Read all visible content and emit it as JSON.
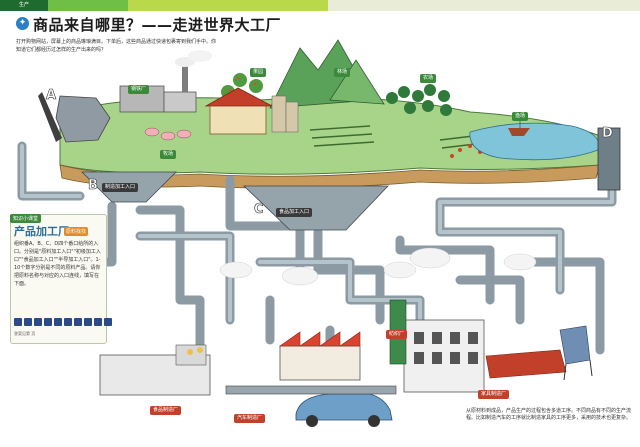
{
  "header": {
    "tabs": [
      "生产",
      "",
      "",
      "",
      "",
      "",
      "",
      ""
    ],
    "title": "商品来自哪里？——走进世界大工厂",
    "intro": "打开购物网站，屏幕上的商品琳琅满目。下单后，这些商品通过快递包裹寄到我们手中。你知道它们都经历过怎样的生产出来的吗？"
  },
  "scene": {
    "labels": {
      "factory_top": "钢铁厂",
      "orchard": "果园",
      "forest": "林场",
      "vineyard": "农场",
      "fishery": "渔场",
      "ranch": "牧场",
      "hopper_b": "制造加工入口",
      "hopper_c": "食品加工入口",
      "hopper_a": "A",
      "port_d": "D",
      "food_factory": "食品制造厂",
      "auto_factory": "汽车制造厂",
      "furniture_factory": "家具制造厂",
      "textile": "纺织厂"
    },
    "markers": {
      "a": "A",
      "b": "B",
      "c": "C",
      "d": "D"
    }
  },
  "panel": {
    "tab": "知识小课堂",
    "title": "产品加工厂",
    "subtitle": "原料找找",
    "body": "组织番A、B、C、D四个番口给所的入口。分别是\"原料加工入口\"\"初级加工入口\"\"食品加工入口\"\"半导加工入口\"。1-10个数字分别是不同的原料产品。请你把原料名称与对应的入口连线，填写在下面。",
    "answer_caption": "答案见第 页"
  },
  "caption": "从原材料到成品，产品生产的过程包含多道工序。不同商品有不同的生产流程。比如制造汽车的工序就比制造家具的工序更多，采用的技术也更复杂。"
}
